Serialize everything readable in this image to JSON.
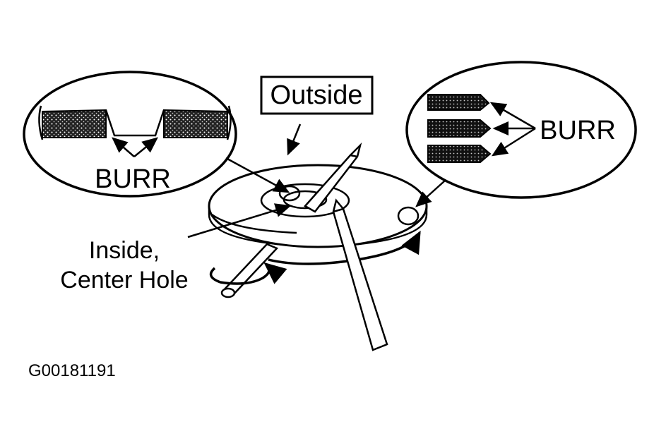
{
  "labels": {
    "outside": "Outside",
    "burr_left": "BURR",
    "burr_right": "BURR",
    "inside_line1": "Inside,",
    "inside_line2": "Center Hole",
    "figure_code": "G00181191"
  },
  "colors": {
    "ink": "#000000",
    "background": "#ffffff"
  }
}
